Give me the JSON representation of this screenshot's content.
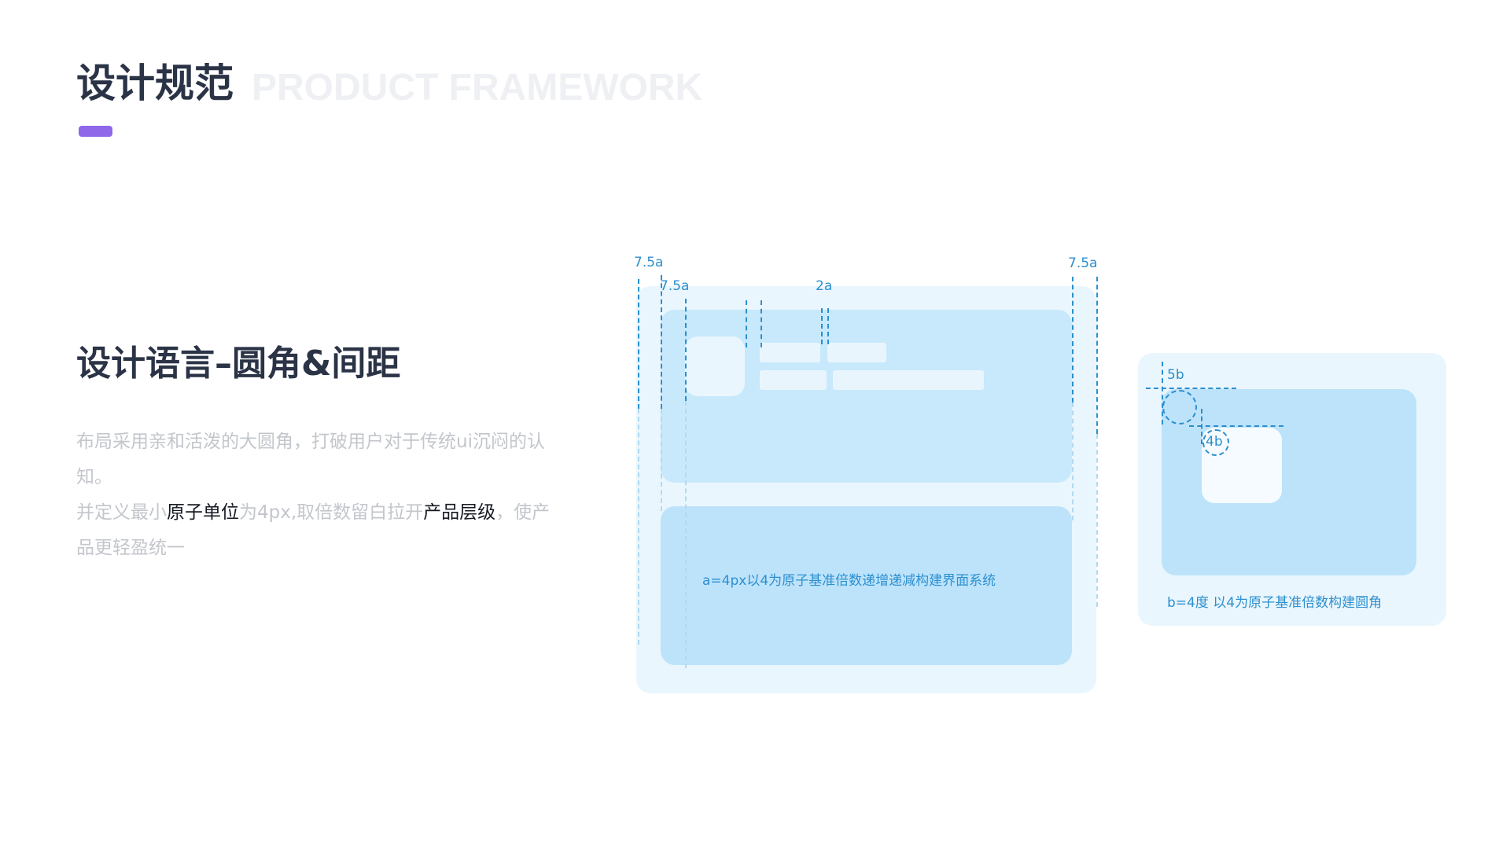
{
  "header": {
    "title_cn": "设计规范",
    "title_en": "PRODUCT FRAMEWORK"
  },
  "section": {
    "title": "设计语言–圆角&间距",
    "para1": "布局采用亲和活泼的大圆角，打破用户对于传统ui沉闷的认知。",
    "para2": {
      "t1": "并定义最小",
      "hl1": "原子单位",
      "t2": "为4px,取倍数留白拉开",
      "hl2": "产品层级",
      "t3": "，使产品更轻盈统一"
    }
  },
  "diagram_spacing": {
    "label_outer_left": "7.5a",
    "label_inner_left": "7.5a",
    "label_gap": "2a",
    "label_outer_right": "7.5a",
    "caption": "a=4px以4为原子基准倍数递增递减构建界面系统"
  },
  "diagram_radius": {
    "label_outer": "5b",
    "label_inner": "4b",
    "caption": "b=4度   以4为原子基准倍数构建圆角"
  },
  "colors": {
    "accent": "#8f68ea",
    "guide": "#2c8fce",
    "title": "#2b3346",
    "body_text": "#c3c6cc",
    "highlight_text": "#151922"
  }
}
